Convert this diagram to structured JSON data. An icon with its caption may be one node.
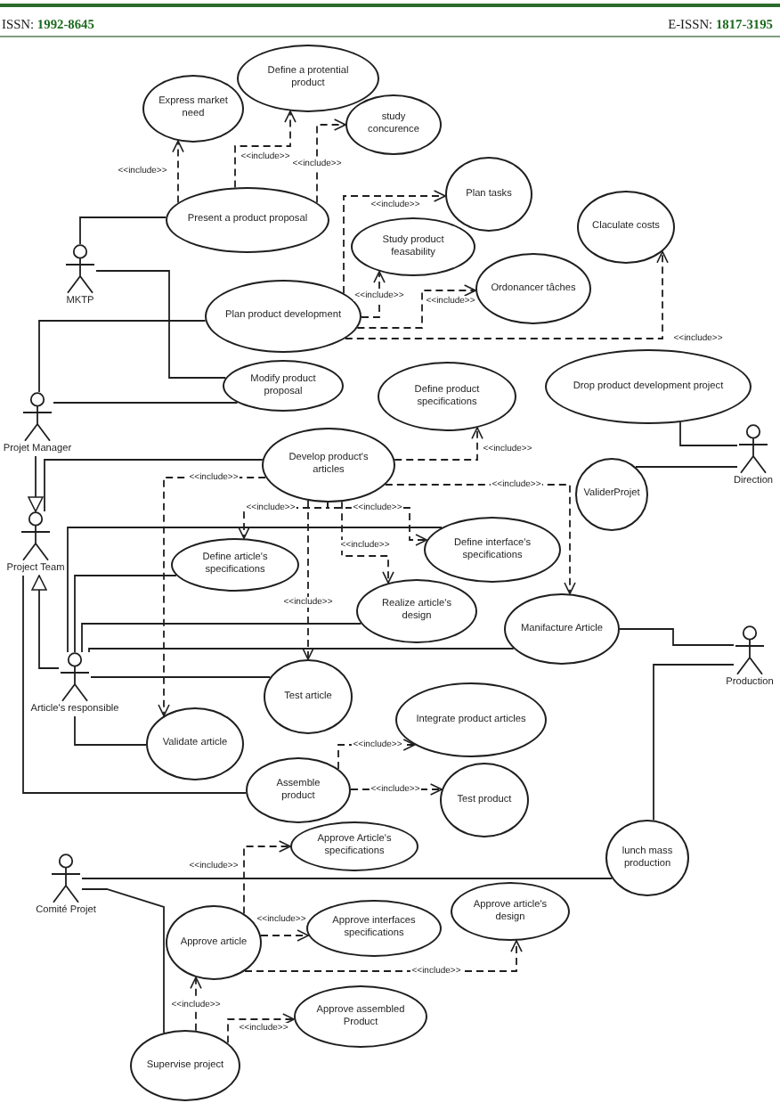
{
  "diagram": {
    "nodes": [
      {
        "text": [
          "Express market need"
        ]
      },
      {
        "text": [
          "Define a protential product"
        ]
      },
      {
        "text": [
          "study concurence"
        ]
      },
      {
        "text": [
          "Plan tasks"
        ]
      },
      {
        "text": [
          "Present a product proposal"
        ]
      },
      {
        "text": [
          "Claculate costs"
        ]
      },
      {
        "text": [
          "Study product feasability"
        ]
      },
      {
        "text": [],
        "shape": "person",
        "beside": [
          "MKTP"
        ]
      },
      {
        "text": [
          "Ordonancer tâches"
        ]
      },
      {
        "text": [
          "Plan product development"
        ]
      },
      {
        "text": [
          "Modify product proposal"
        ]
      },
      {
        "text": [
          "Define product specifications"
        ]
      },
      {
        "text": [
          "Drop product development project"
        ]
      },
      {
        "text": [],
        "shape": "person",
        "beside": [
          "Projet Manager"
        ]
      },
      {
        "text": [
          "Develop product's articles"
        ]
      },
      {
        "text": [],
        "shape": "person",
        "beside": [
          "Direction"
        ]
      },
      {
        "text": [
          "ValiderProjet"
        ]
      },
      {
        "text": [],
        "shape": "person",
        "beside": [
          "Project Team"
        ]
      },
      {
        "text": [
          "Define interface's specifications"
        ]
      },
      {
        "text": [
          "Define article's specifications"
        ]
      },
      {
        "text": [
          "Realize article's design"
        ]
      },
      {
        "text": [
          "Manifacture Article"
        ]
      },
      {
        "text": [],
        "shape": "person",
        "beside": [
          "Production"
        ]
      },
      {
        "text": [],
        "shape": "person",
        "beside": [
          "Article's responsible"
        ]
      },
      {
        "text": [
          "Test article"
        ]
      },
      {
        "text": [
          "Integrate product articles"
        ]
      },
      {
        "text": [
          "Validate article"
        ]
      },
      {
        "text": [
          "Assemble product"
        ]
      },
      {
        "text": [
          "Test product"
        ]
      },
      {
        "text": [
          "Approve Article's specifications"
        ]
      },
      {
        "text": [
          "lunch mass production"
        ]
      },
      {
        "text": [],
        "shape": "person",
        "beside": [
          "Comité Projet"
        ]
      },
      {
        "text": [
          "Approve article's design"
        ]
      },
      {
        "text": [
          "Approve interfaces specifications"
        ]
      },
      {
        "text": [
          "Approve article"
        ]
      },
      {
        "text": [
          "Approve assembled Product"
        ]
      },
      {
        "text": [
          "Supervise project"
        ]
      }
    ],
    "edges": [
      {
        "from": 7,
        "to": 4,
        "arrow": "none"
      },
      {
        "from": 7,
        "to": 10,
        "arrow": "none"
      },
      {
        "from": 13,
        "to": 9,
        "arrow": "none"
      },
      {
        "from": 13,
        "to": 10,
        "arrow": "none"
      },
      {
        "from": 17,
        "to": 14,
        "arrow": "none"
      },
      {
        "from": 15,
        "to": 12,
        "arrow": "none"
      },
      {
        "from": 15,
        "to": 16,
        "arrow": "none"
      },
      {
        "from": 22,
        "to": 21,
        "arrow": "none"
      },
      {
        "from": 22,
        "to": 30,
        "arrow": "none"
      },
      {
        "from": 31,
        "to": 30,
        "arrow": "none"
      },
      {
        "from": 31,
        "to": 36,
        "arrow": "none"
      },
      {
        "from": 23,
        "to": 18,
        "arrow": "none"
      },
      {
        "from": 23,
        "to": 19,
        "arrow": "none"
      },
      {
        "from": 23,
        "to": 20,
        "arrow": "none"
      },
      {
        "from": 23,
        "to": 21,
        "arrow": "none"
      },
      {
        "from": 23,
        "to": 24,
        "arrow": "none"
      },
      {
        "from": 23,
        "to": 26,
        "arrow": "none"
      },
      {
        "from": 17,
        "to": 27,
        "arrow": "none"
      },
      {
        "from": 13,
        "to": 17,
        "arrow": "to"
      },
      {
        "from": 23,
        "to": 17,
        "arrow": "to"
      },
      {
        "from": 4,
        "to": 0,
        "arrow": "to",
        "style": "dashed",
        "label": "<<include>>"
      },
      {
        "from": 4,
        "to": 1,
        "arrow": "to",
        "style": "dashed",
        "label": "<<include>>"
      },
      {
        "from": 4,
        "to": 2,
        "arrow": "to",
        "style": "dashed",
        "label": "<<include>>"
      },
      {
        "from": 9,
        "to": 3,
        "arrow": "to",
        "style": "dashed",
        "label": "<<include>>"
      },
      {
        "from": 9,
        "to": 6,
        "arrow": "to",
        "style": "dashed",
        "label": "<<include>>"
      },
      {
        "from": 9,
        "to": 8,
        "arrow": "to",
        "style": "dashed",
        "label": "<<include>>"
      },
      {
        "from": 9,
        "to": 5,
        "arrow": "to",
        "style": "dashed",
        "label": "<<include>>"
      },
      {
        "from": 14,
        "to": 11,
        "arrow": "to",
        "style": "dashed",
        "label": "<<include>>"
      },
      {
        "from": 14,
        "to": 19,
        "arrow": "to",
        "style": "dashed",
        "label": "<<include>>"
      },
      {
        "from": 14,
        "to": 18,
        "arrow": "to",
        "style": "dashed",
        "label": "<<include>>"
      },
      {
        "from": 14,
        "to": 20,
        "arrow": "to",
        "style": "dashed",
        "label": "<<include>>"
      },
      {
        "from": 14,
        "to": 24,
        "arrow": "to",
        "style": "dashed",
        "label": "<<include>>"
      },
      {
        "from": 14,
        "to": 26,
        "arrow": "to",
        "style": "dashed",
        "label": "<<include>>"
      },
      {
        "from": 14,
        "to": 21,
        "arrow": "to",
        "style": "dashed",
        "label": "<<include>>"
      },
      {
        "from": 27,
        "to": 25,
        "arrow": "to",
        "style": "dashed",
        "label": "<<include>>"
      },
      {
        "from": 27,
        "to": 28,
        "arrow": "to",
        "style": "dashed",
        "label": "<<include>>"
      },
      {
        "from": 34,
        "to": 29,
        "arrow": "to",
        "style": "dashed",
        "label": "<<include>>"
      },
      {
        "from": 34,
        "to": 33,
        "arrow": "to",
        "style": "dashed",
        "label": "<<include>>"
      },
      {
        "from": 34,
        "to": 32,
        "arrow": "to",
        "style": "dashed",
        "label": "<<include>>"
      },
      {
        "from": 36,
        "to": 34,
        "arrow": "to",
        "style": "dashed",
        "label": "<<include>>"
      },
      {
        "from": 36,
        "to": 35,
        "arrow": "to",
        "style": "dashed",
        "label": "<<include>>"
      }
    ],
    "labels": [
      "ISSN: **1992-8645**",
      "E-ISSN: **1817-3195**"
    ]
  }
}
